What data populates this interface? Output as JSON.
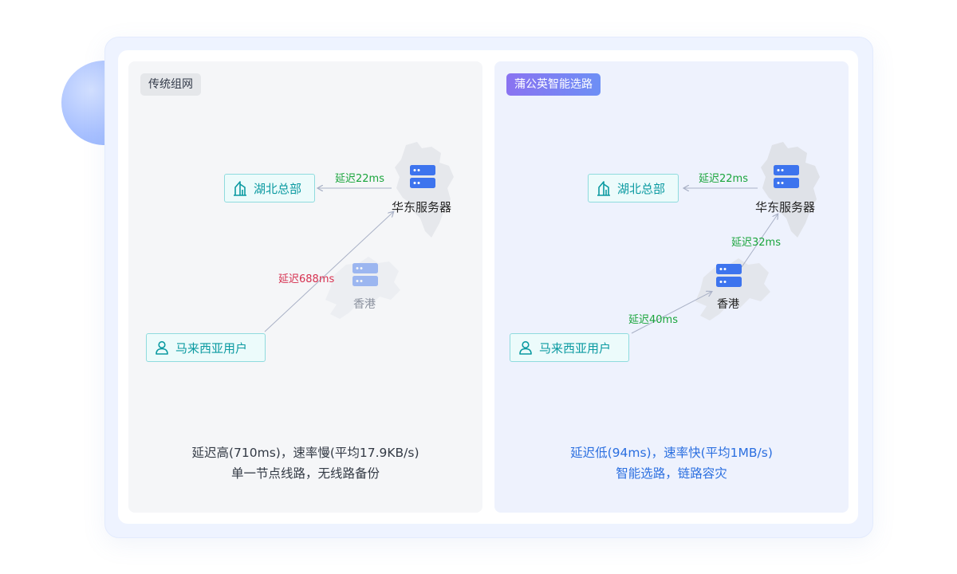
{
  "left_panel": {
    "tag": "传统组网",
    "hq_label": "湖北总部",
    "server_east_label": "华东服务器",
    "server_hk_label": "香港",
    "user_label": "马来西亚用户",
    "latency_hq": "延迟22ms",
    "latency_user": "延迟688ms",
    "summary_line1": "延迟高(710ms)，速率慢(平均17.9KB/s)",
    "summary_line2": "单一节点线路，无线路备份"
  },
  "right_panel": {
    "tag": "蒲公英智能选路",
    "hq_label": "湖北总部",
    "server_east_label": "华东服务器",
    "server_hk_label": "香港",
    "user_label": "马来西亚用户",
    "latency_hq": "延迟22ms",
    "latency_hk_east": "延迟32ms",
    "latency_user_hk": "延迟40ms",
    "summary_line1": "延迟低(94ms)，速率快(平均1MB/s)",
    "summary_line2": "智能选路，链路容灾"
  },
  "colors": {
    "node_text": "#0b9aa1",
    "node_border": "#8fdbde",
    "latency_good": "#1aa53c",
    "latency_bad": "#d6304f",
    "server_icon": "#3d74ee",
    "summary_right": "#2b6fe0"
  },
  "icons": {
    "hq": "building-icon",
    "user": "user-icon",
    "server": "server-icon"
  }
}
